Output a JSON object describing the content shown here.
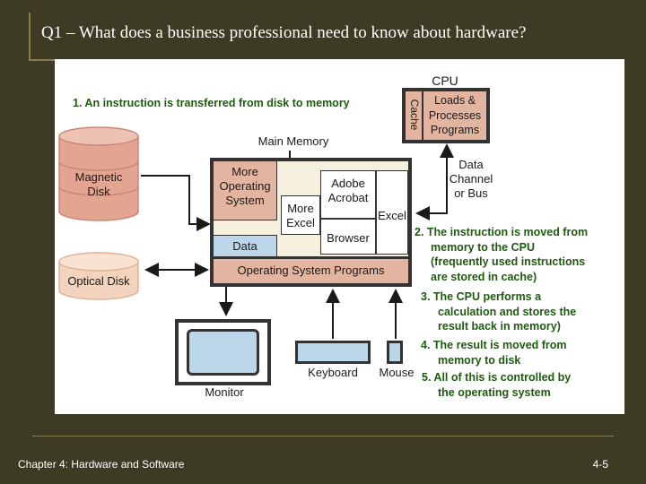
{
  "slide": {
    "title": "Q1 – What does a business professional need to know about hardware?",
    "footer_left": "Chapter 4: Hardware and Software",
    "footer_right": "4-5"
  },
  "diagram": {
    "cpu": {
      "label": "CPU",
      "cache": "Cache",
      "process_l1": "Loads &",
      "process_l2": "Processes",
      "process_l3": "Programs"
    },
    "data_channel": {
      "l1": "Data",
      "l2": "Channel",
      "l3": "or Bus"
    },
    "main_memory": {
      "label": "Main Memory"
    },
    "memory_blocks": {
      "more_os_l1": "More",
      "more_os_l2": "Operating",
      "more_os_l3": "System",
      "more_excel_l1": "More",
      "more_excel_l2": "Excel",
      "adobe_l1": "Adobe",
      "adobe_l2": "Acrobat",
      "browser": "Browser",
      "excel": "Excel",
      "data": "Data",
      "os_programs": "Operating System Programs"
    },
    "magnetic_disk": {
      "l1": "Magnetic",
      "l2": "Disk"
    },
    "optical_disk": "Optical Disk",
    "monitor": "Monitor",
    "keyboard": "Keyboard",
    "mouse": "Mouse"
  },
  "steps": {
    "s1": "1. An instruction is transferred from disk to memory",
    "s2_l1": "2. The instruction is moved from",
    "s2_l2": "memory to the CPU",
    "s2_l3": "(frequently used instructions",
    "s2_l4": "are stored in cache)",
    "s3_l1": "3. The CPU performs a",
    "s3_l2": "calculation and stores the",
    "s3_l3": "result back in memory)",
    "s4_l1": "4. The result is moved from",
    "s4_l2": "memory to disk",
    "s5_l1": "5.  All of this is controlled by",
    "s5_l2": "the operating system"
  },
  "colors": {
    "background": "#3d3b24",
    "salmon": "#e3b5a0",
    "cream": "#f6f1de",
    "blue": "#bcd7ea",
    "step_text": "#1f5a10"
  }
}
